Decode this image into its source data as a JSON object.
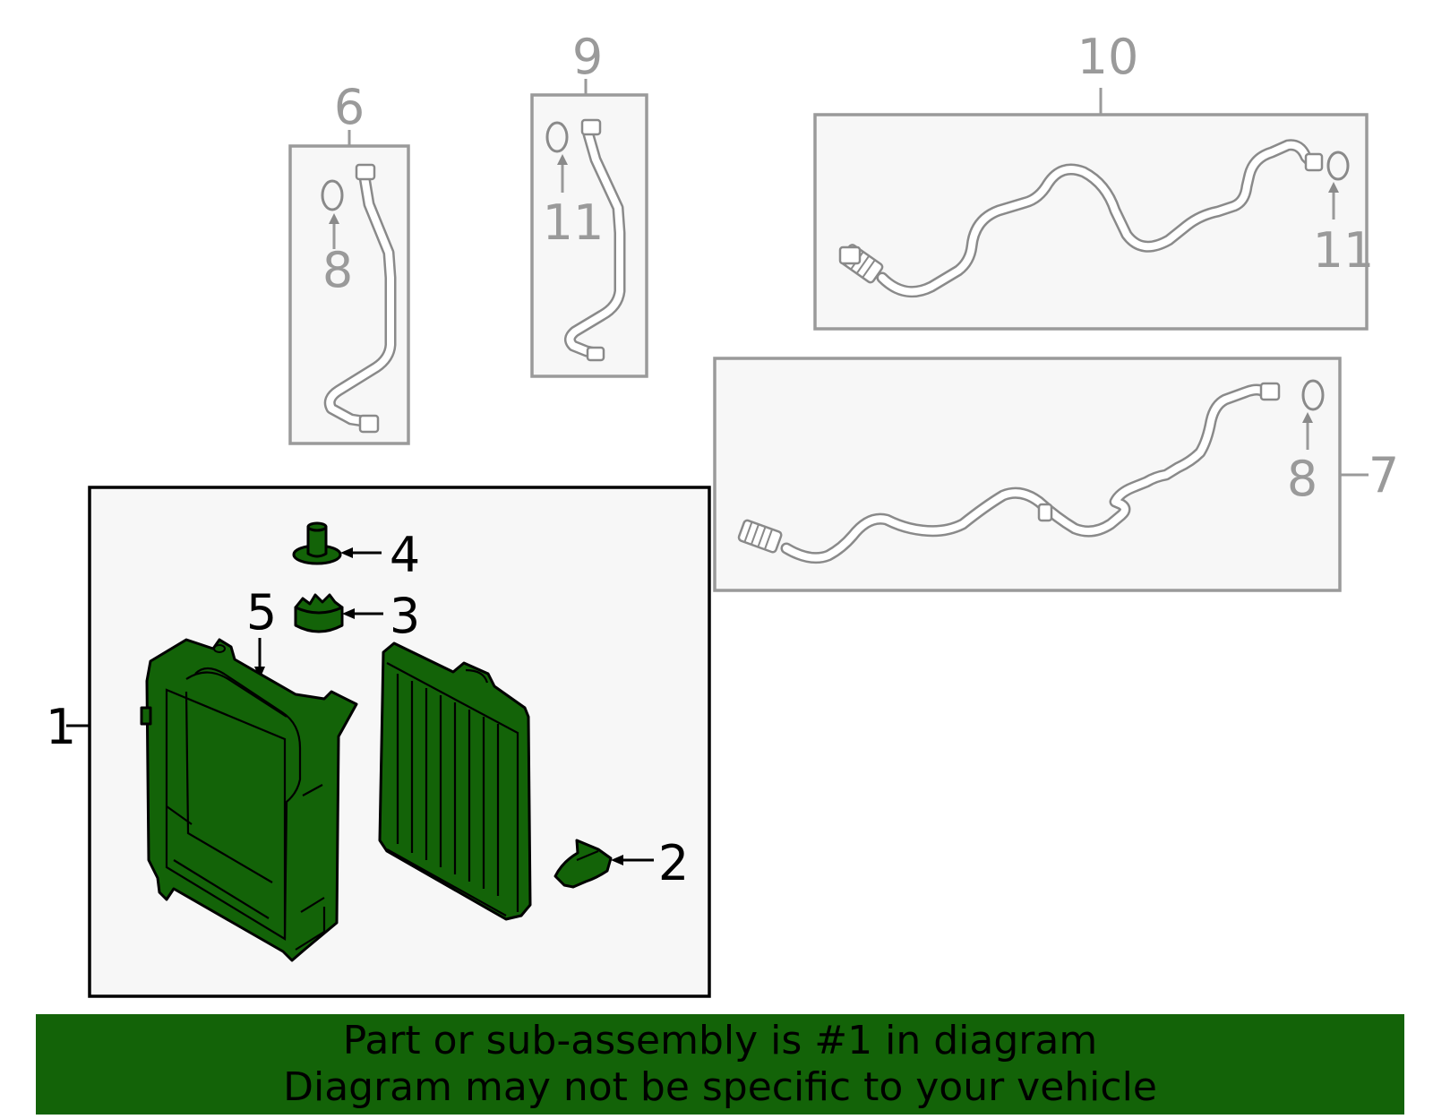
{
  "callouts": {
    "n1": "1",
    "n2": "2",
    "n3": "3",
    "n4": "4",
    "n5": "5",
    "n6": "6",
    "n7": "7",
    "n8a": "8",
    "n8b": "8",
    "n9": "9",
    "n10": "10",
    "n11a": "11",
    "n11b": "11"
  },
  "banner": {
    "line1": "Part or sub-assembly is #1 in diagram",
    "line2": "Diagram may not be specific to your vehicle"
  },
  "colors": {
    "highlight": "#136308",
    "outline_grey": "#9a9a9a",
    "outline_black": "#000000"
  }
}
